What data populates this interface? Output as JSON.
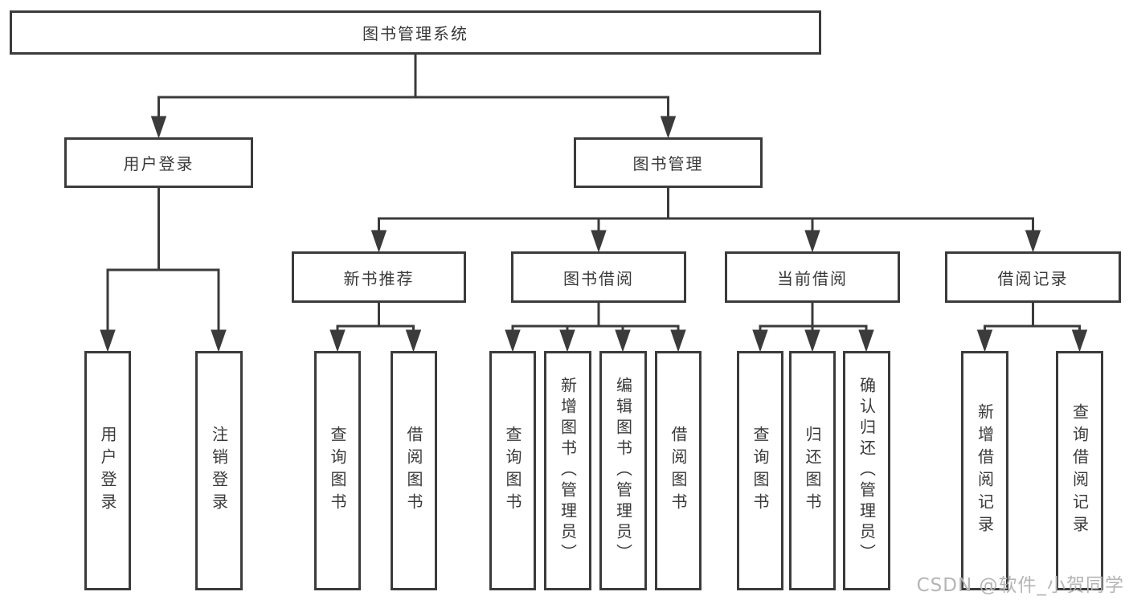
{
  "colors": {
    "line": "#3b3b3b",
    "text": "#3a3a3a",
    "watermark": "#b5b5b5",
    "background": "#ffffff"
  },
  "watermark": {
    "text": "CSDN @软件_小贺同学"
  },
  "tree": {
    "root": {
      "label": "图书管理系统"
    },
    "branches": [
      {
        "label": "用户登录",
        "children": [
          {
            "label": "用户登录"
          },
          {
            "label": "注销登录"
          }
        ]
      },
      {
        "label": "图书管理",
        "children": [
          {
            "label": "新书推荐",
            "children": [
              {
                "label": "查询图书"
              },
              {
                "label": "借阅图书"
              }
            ]
          },
          {
            "label": "图书借阅",
            "children": [
              {
                "label": "查询图书"
              },
              {
                "label": "新增图书（管理员）"
              },
              {
                "label": "编辑图书（管理员）"
              },
              {
                "label": "借阅图书"
              }
            ]
          },
          {
            "label": "当前借阅",
            "children": [
              {
                "label": "查询图书"
              },
              {
                "label": "归还图书"
              },
              {
                "label": "确认归还（管理员）"
              }
            ]
          },
          {
            "label": "借阅记录",
            "children": [
              {
                "label": "新增借阅记录"
              },
              {
                "label": "查询借阅记录"
              }
            ]
          }
        ]
      }
    ]
  }
}
